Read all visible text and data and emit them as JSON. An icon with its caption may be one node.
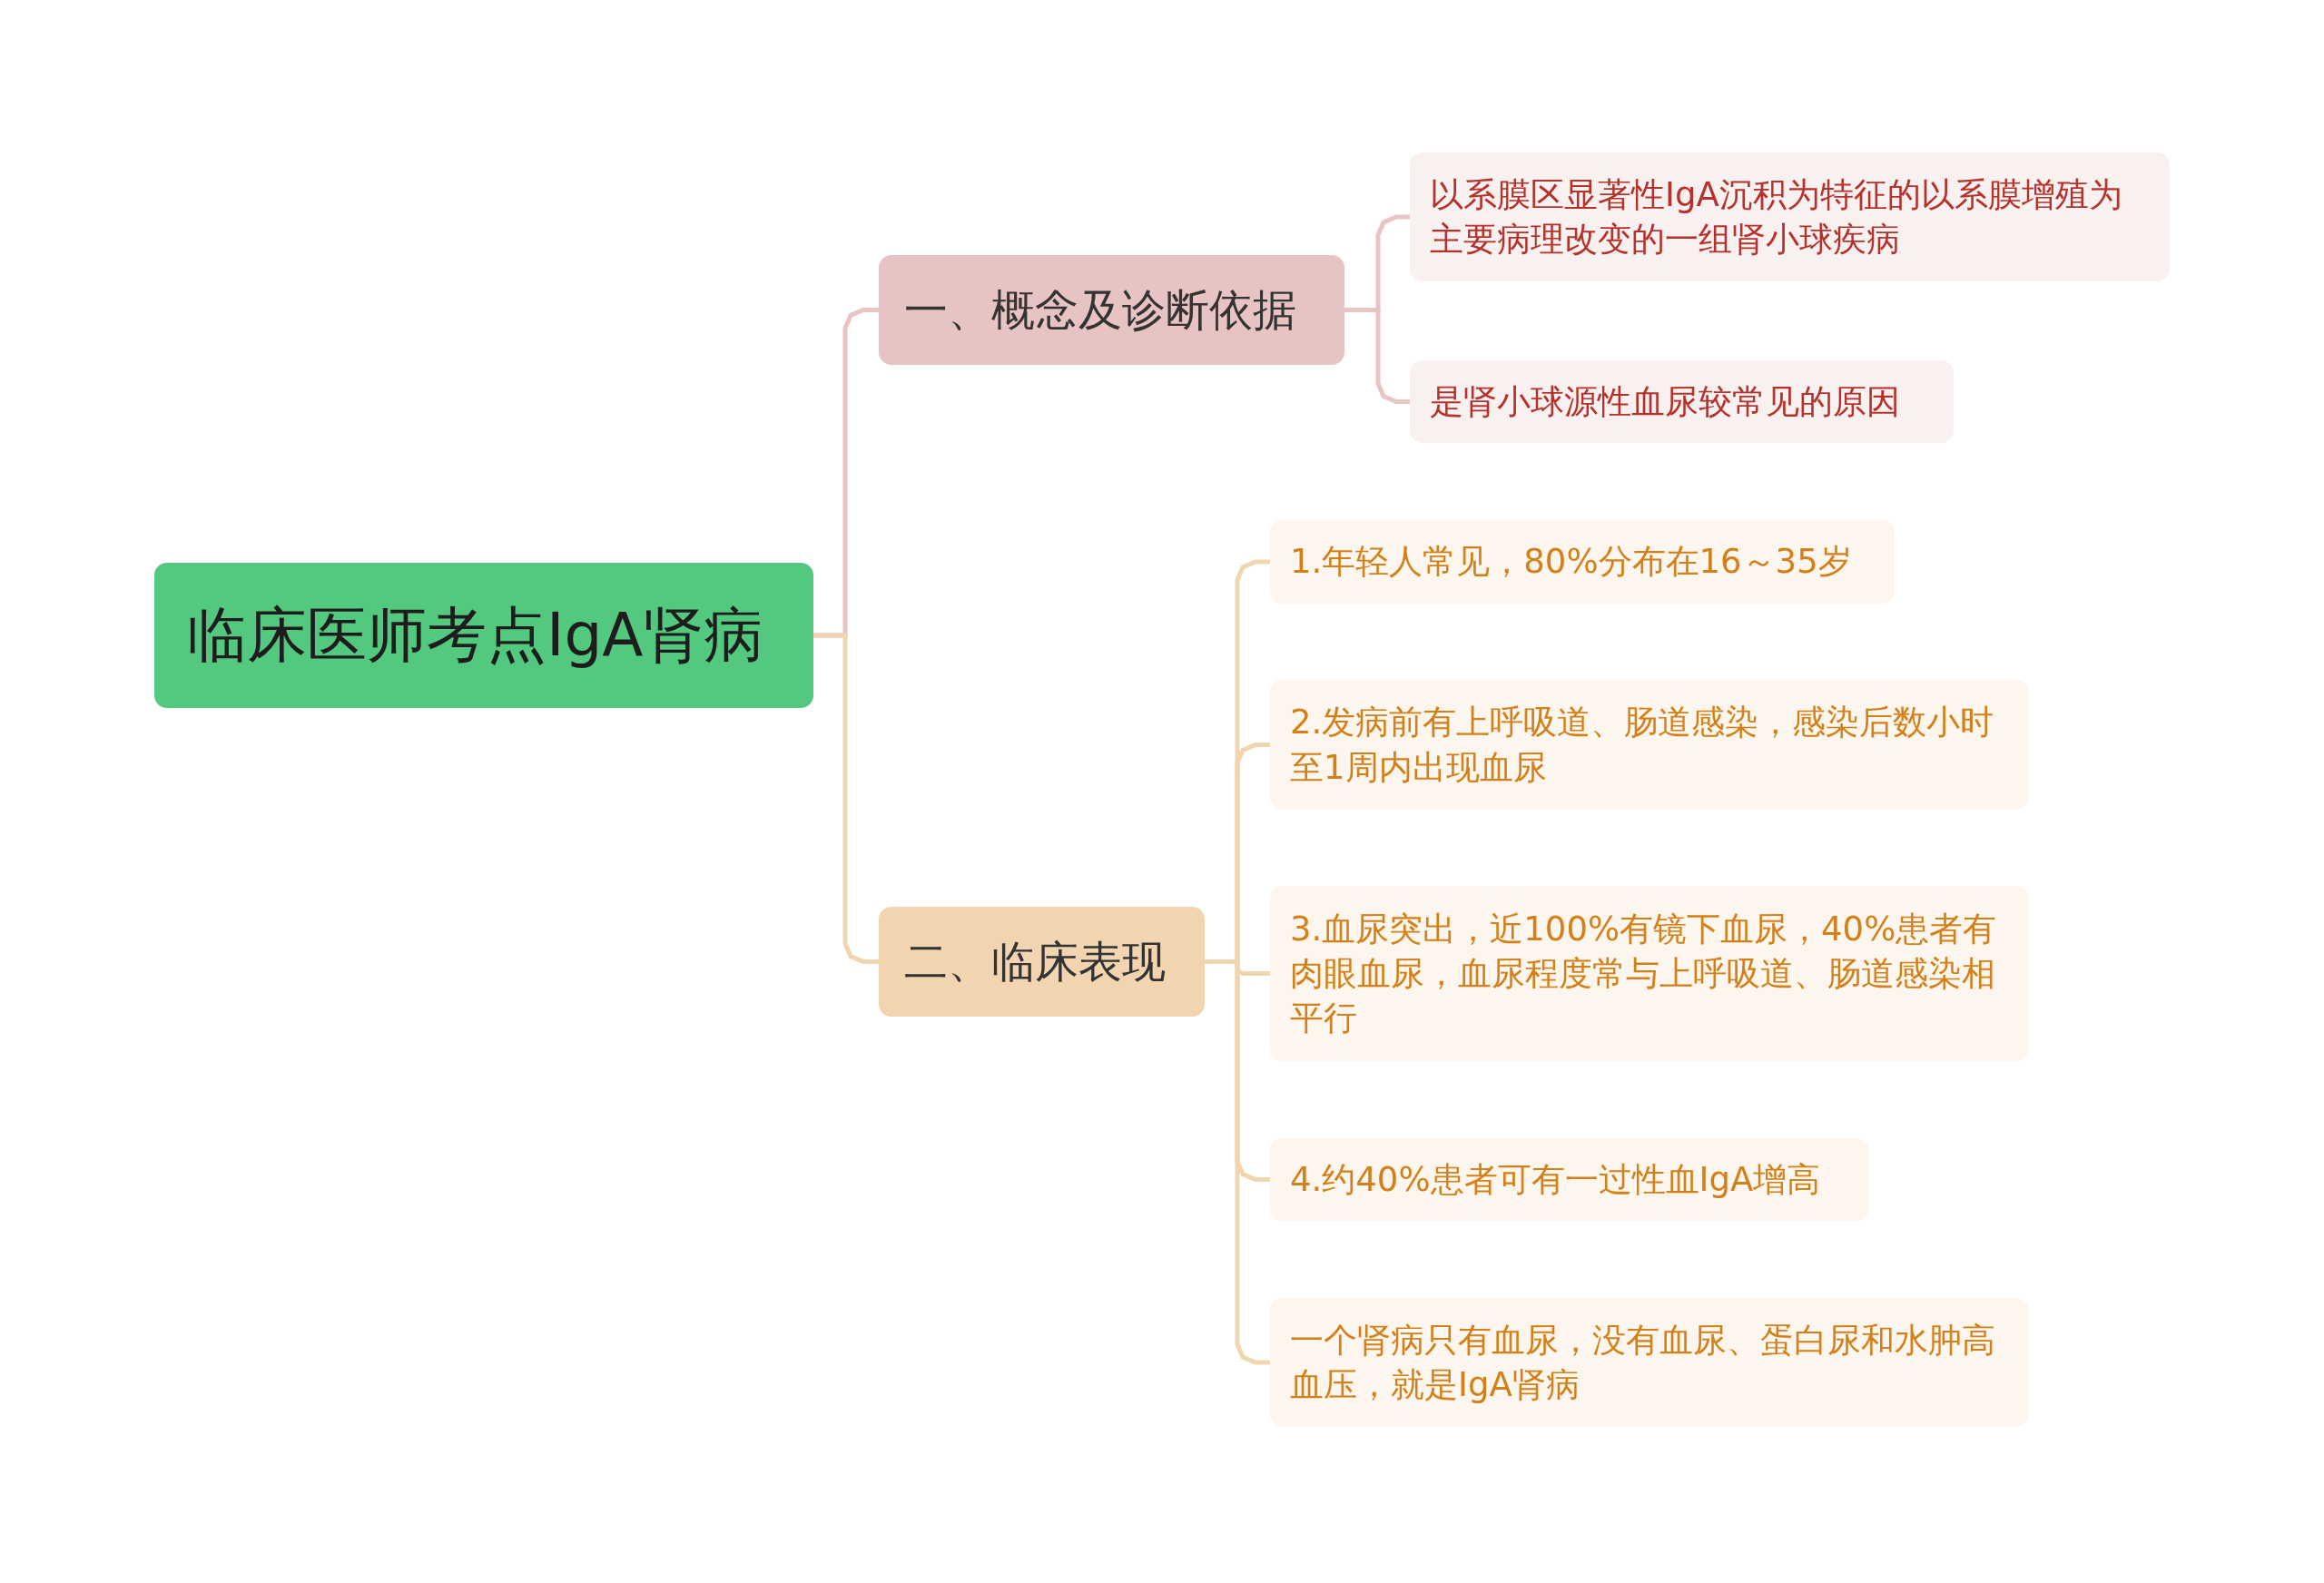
{
  "diagram": {
    "nodes": [
      {
        "text": [
          "临床医师考点IgA肾病"
        ]
      },
      {
        "text": [
          "一、概念及诊断依据"
        ]
      },
      {
        "text": [
          "以系膜区显著性IgA沉积为特征的以系膜增殖为主要病理改变的一组肾小球疾病"
        ]
      },
      {
        "text": [
          "是肾小球源性血尿较常见的原因"
        ]
      },
      {
        "text": [
          "二、临床表现"
        ]
      },
      {
        "text": [
          "1.年轻人常见，80%分布在16～35岁"
        ]
      },
      {
        "text": [
          "2.发病前有上呼吸道、肠道感染，感染后数小时至1周内出现血尿"
        ]
      },
      {
        "text": [
          "3.血尿突出，近100%有镜下血尿，40%患者有肉眼血尿，血尿程度常与上呼吸道、肠道感染相平行"
        ]
      },
      {
        "text": [
          "4.约40%患者可有一过性血IgA增高"
        ]
      },
      {
        "text": [
          "一个肾病只有血尿，没有血尿、蛋白尿和水肿高血压，就是IgA肾病"
        ]
      }
    ],
    "edges": [
      {
        "from": 0,
        "to": 1,
        "arrow": "none",
        "color": "#e8c4c4"
      },
      {
        "from": 1,
        "to": 2,
        "arrow": "none",
        "color": "#e8c4c4"
      },
      {
        "from": 1,
        "to": 3,
        "arrow": "none",
        "color": "#e8c4c4"
      },
      {
        "from": 0,
        "to": 4,
        "arrow": "none"
      },
      {
        "from": 4,
        "to": 5,
        "arrow": "none"
      },
      {
        "from": 4,
        "to": 6,
        "arrow": "none"
      },
      {
        "from": 4,
        "to": 7,
        "arrow": "none"
      },
      {
        "from": 4,
        "to": 8,
        "arrow": "none"
      },
      {
        "from": 4,
        "to": 9,
        "arrow": "none"
      }
    ]
  }
}
